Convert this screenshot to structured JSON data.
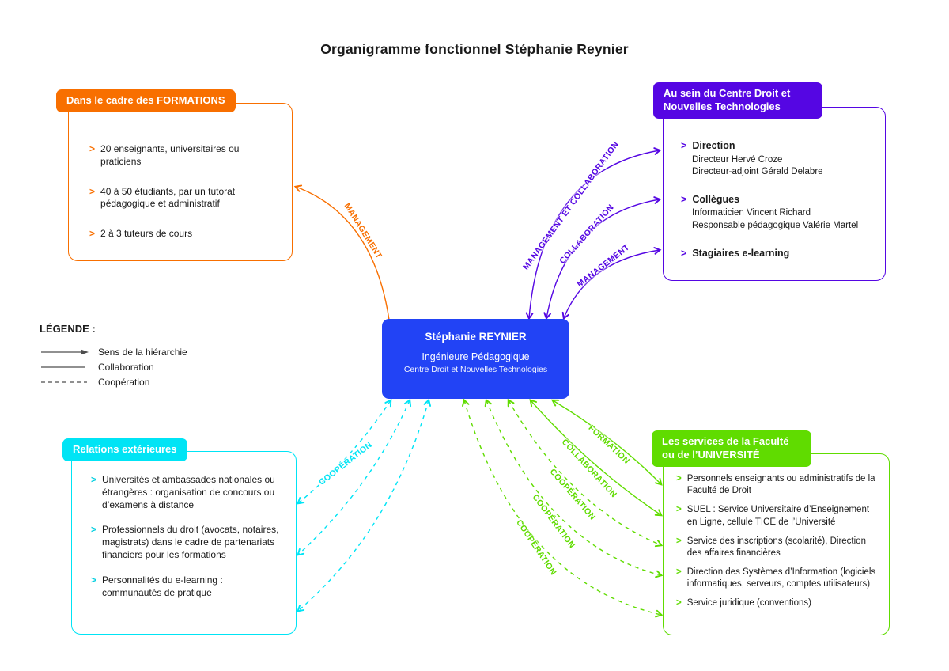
{
  "title": "Organigramme fonctionnel Stéphanie Reynier",
  "center_box": {
    "name": "Stéphanie REYNIER",
    "role": "Ingénieure Pédagogique",
    "org": "Centre Droit et Nouvelles Technologies"
  },
  "legend": {
    "title": "LÉGENDE :",
    "items": [
      {
        "label": "Sens de la hiérarchie",
        "style": "arrow"
      },
      {
        "label": "Collaboration",
        "style": "solid"
      },
      {
        "label": "Coopération",
        "style": "dashed"
      }
    ]
  },
  "panels": {
    "formations": {
      "header": "Dans le cadre des FORMATIONS",
      "items": [
        "20 enseignants, universitaires ou praticiens",
        "40 à 50 étudiants, par un tutorat pédagogique et administratif",
        "2 à 3 tuteurs de cours"
      ]
    },
    "centre": {
      "header": "Au sein du Centre Droit et Nouvelles Technologies",
      "items": [
        {
          "title": "Direction",
          "subs": [
            "Directeur Hervé Croze",
            "Directeur-adjoint Gérald Delabre"
          ]
        },
        {
          "title": "Collègues",
          "subs": [
            "Informaticien Vincent Richard",
            "Responsable pédagogique Valérie Martel"
          ]
        },
        {
          "title": "Stagiaires e-learning",
          "subs": []
        }
      ]
    },
    "relations": {
      "header": "Relations extérieures",
      "items": [
        "Universités et ambassades nationales ou étrangères : organisation de concours ou d’examens à distance",
        "Professionnels du droit (avocats, notaires, magistrats) dans le cadre de partenariats financiers pour les formations",
        "Personnalités du e-learning : communautés de pratique"
      ]
    },
    "services": {
      "header": "Les services de la Faculté ou de l’UNIVERSITÉ",
      "items": [
        "Personnels enseignants ou administratifs de la Faculté de Droit",
        "SUEL : Service Universitaire d’Enseignement en Ligne, cellule TICE de l’Université",
        "Service des inscriptions (scolarité), Direction des affaires financières",
        "Direction des Systèmes d’Information (logiciels informatiques, serveurs, comptes utilisateurs)",
        "Service juridique (conventions)"
      ]
    }
  },
  "edges": [
    {
      "id": "management-formations",
      "label": "MANAGEMENT",
      "color": "orange",
      "style": "solid"
    },
    {
      "id": "management-et-collaboration",
      "label": "MANAGEMENT ET COLLABORATION",
      "color": "violet",
      "style": "solid"
    },
    {
      "id": "collaboration-centre",
      "label": "COLLABORATION",
      "color": "violet",
      "style": "solid"
    },
    {
      "id": "management-centre",
      "label": "MANAGEMENT",
      "color": "violet",
      "style": "solid"
    },
    {
      "id": "formation-services",
      "label": "FORMATION",
      "color": "green",
      "style": "solid"
    },
    {
      "id": "collaboration-services",
      "label": "COLLABORATION",
      "color": "green",
      "style": "solid"
    },
    {
      "id": "cooperation-services-1",
      "label": "COOPÉRATION",
      "color": "green",
      "style": "dashed"
    },
    {
      "id": "cooperation-services-2",
      "label": "COOPÉRATION",
      "color": "green",
      "style": "dashed"
    },
    {
      "id": "cooperation-services-3",
      "label": "COOPÉRATION",
      "color": "green",
      "style": "dashed"
    },
    {
      "id": "cooperation-relations",
      "label": "COOPÉRATION",
      "color": "cyan",
      "style": "dashed"
    }
  ],
  "colors": {
    "orange": "#F86F00",
    "violet": "#5506E3",
    "blue": "#2243F5",
    "cyan": "#00E4F5",
    "green": "#60DC00"
  }
}
